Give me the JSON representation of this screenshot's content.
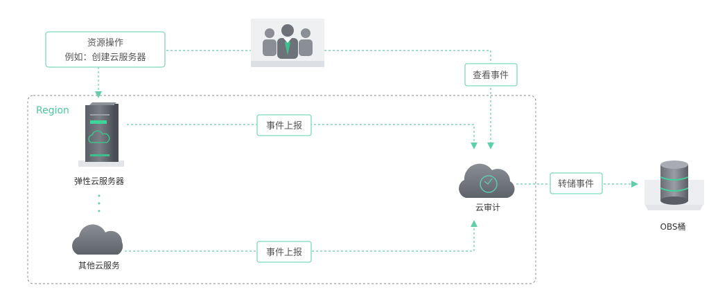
{
  "region_label": "Region",
  "resource_op": {
    "line1": "资源操作",
    "line2": "例如：创建云服务器"
  },
  "view_events": "查看事件",
  "report_event_top": "事件上报",
  "report_event_bottom": "事件上报",
  "transfer_events": "转储事件",
  "ecs_label": "弹性云服务器",
  "other_services_label": "其他云服务",
  "cloud_audit_label": "云审计",
  "obs_label": "OBS桶",
  "colors": {
    "accent": "#5fcfa9",
    "tag_border": "#7fd9b8",
    "region_text": "#4cc4a0"
  }
}
